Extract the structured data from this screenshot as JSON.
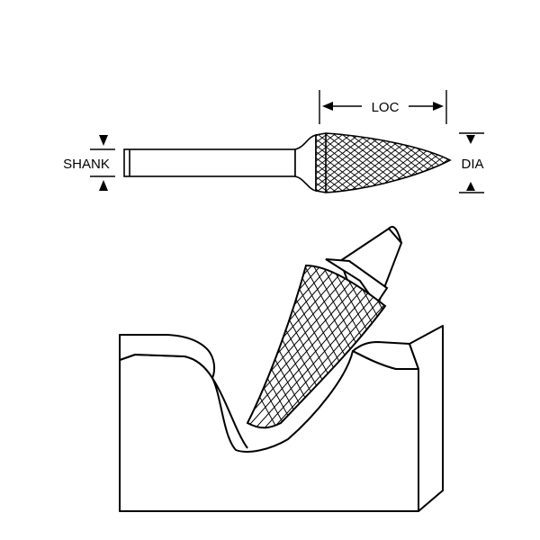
{
  "labels": {
    "loc": "LOC",
    "dia": "DIA",
    "shank": "SHANK"
  },
  "colors": {
    "line": "#000000",
    "background": "#ffffff"
  },
  "icons": {
    "dimension_arrows": "arrowhead-icon"
  }
}
